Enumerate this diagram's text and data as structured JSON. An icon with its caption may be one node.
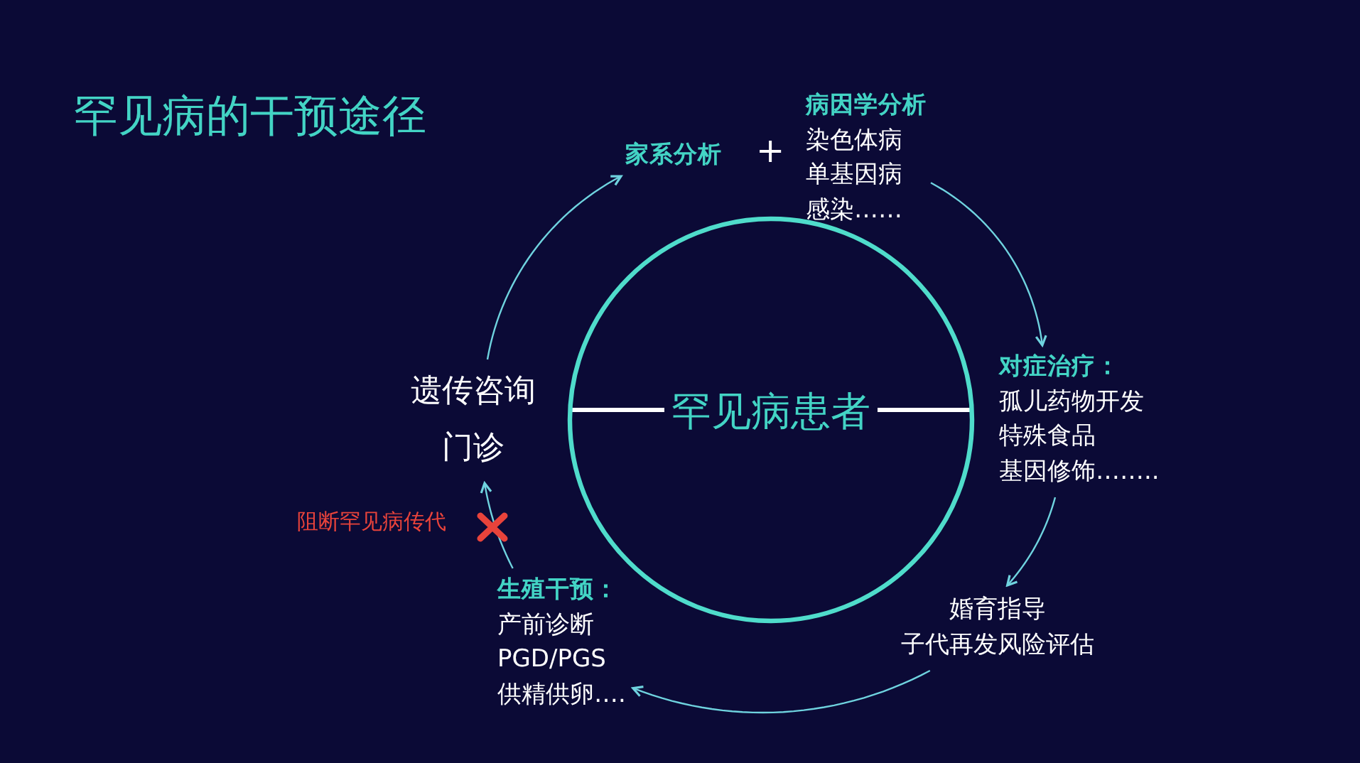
{
  "diagram": {
    "title": "罕见病的干预途径",
    "nodes": [
      {
        "text": [
          "罕见病患者"
        ]
      },
      {
        "text": [
          "遗传咨询门诊"
        ]
      },
      {
        "text": [
          "家系分析"
        ]
      },
      {
        "text": [
          "病因学分析",
          "染色体病",
          "单基因病",
          "感染……"
        ]
      },
      {
        "text": [
          "对症治疗：",
          "孤儿药物开发",
          "特殊食品",
          "基因修饰…….."
        ]
      },
      {
        "text": [
          "婚育指导",
          "子代再发风险评估"
        ]
      },
      {
        "text": [
          "生殖干预：",
          "产前诊断",
          "PGD/PGS",
          "供精供卵…."
        ]
      }
    ],
    "edges": [
      {
        "from": 1,
        "to": 2,
        "arrow": "to"
      },
      {
        "from": 3,
        "to": 4,
        "arrow": "to"
      },
      {
        "from": 4,
        "to": 5,
        "arrow": "to"
      },
      {
        "from": 5,
        "to": 6,
        "arrow": "to"
      },
      {
        "from": 6,
        "to": 1,
        "arrow": "to"
      }
    ],
    "labels": [
      "+",
      "阻断罕见病传代"
    ]
  }
}
